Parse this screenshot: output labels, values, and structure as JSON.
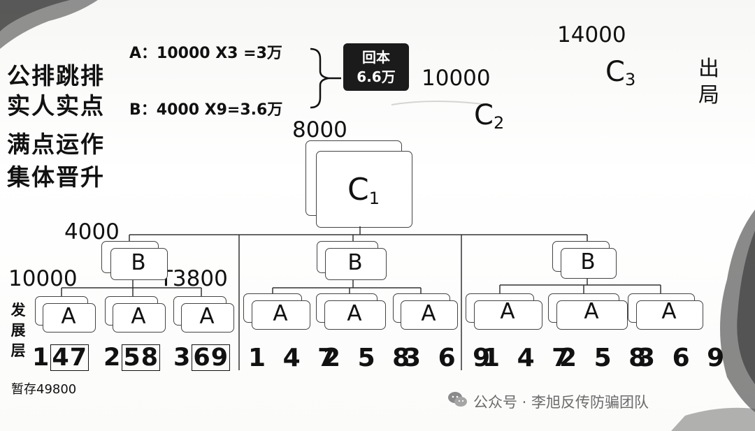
{
  "slogan_lines": [
    "公排跳排",
    "实人实点",
    "满点运作",
    "集体晋升"
  ],
  "formula_a": "A：10000 X3 =3万",
  "formula_b": "B：4000 X9=3.6万",
  "payback": {
    "line1": "回本",
    "line2": "6.6万"
  },
  "c1": {
    "name": "C",
    "sub": "1",
    "value": "8000"
  },
  "c2": {
    "name": "C",
    "sub": "2",
    "value": "10000"
  },
  "c3": {
    "name": "C",
    "sub": "3",
    "value": "14000"
  },
  "exit_label": "出局",
  "b_value": "4000",
  "a_value": "10000",
  "t_value": "T3800",
  "node_b_label": "B",
  "node_a_label": "A",
  "dev_layer_label": "发展层",
  "group1_digits": [
    {
      "plain": "1",
      "boxed": "47"
    },
    {
      "plain": "2",
      "boxed": "58"
    },
    {
      "plain": "3",
      "boxed": "69"
    }
  ],
  "group2_seq": [
    "1 4 7",
    "2 5 8",
    "3 6 9"
  ],
  "group3_seq": [
    "1 4 7",
    "2 5 8",
    "3 6 9"
  ],
  "temp_storage": "暂存49800",
  "watermark": "公众号 · 李旭反传防骗团队",
  "colors": {
    "ink": "#111111",
    "payback_bg": "#1b1b1b",
    "watermark": "#6b6b6b"
  }
}
